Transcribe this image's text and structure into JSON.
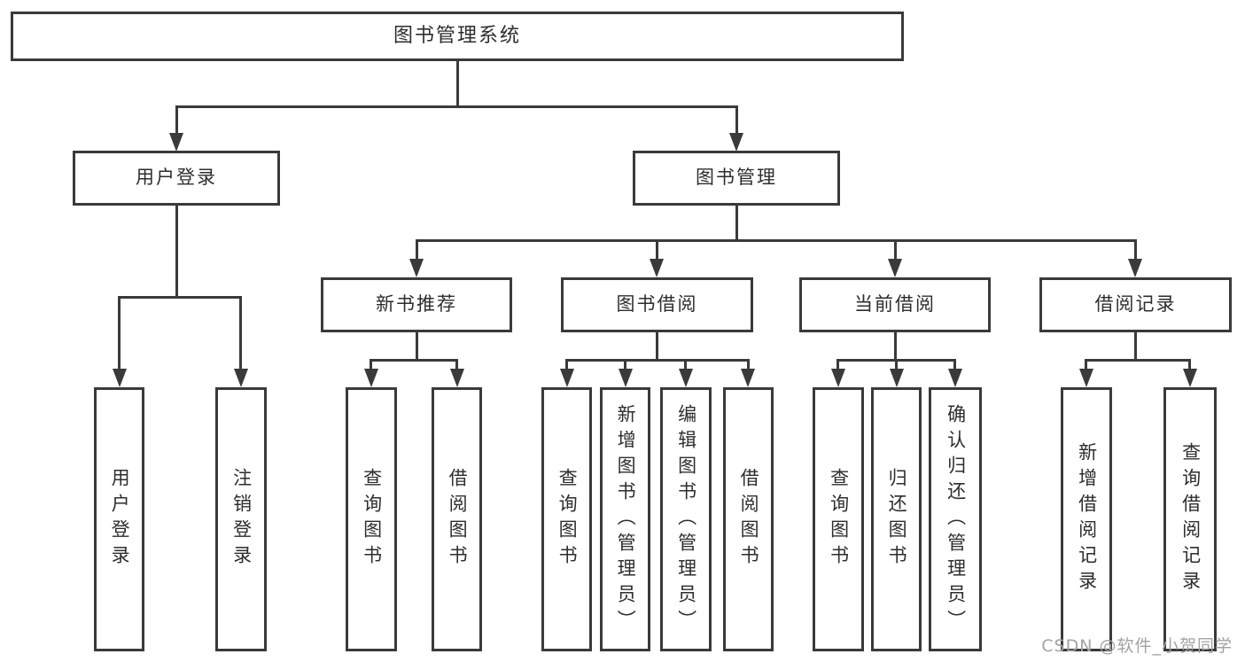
{
  "watermark": "CSDN @软件_小贺同学",
  "tree": {
    "root": {
      "label": "图书管理系统",
      "children": [
        {
          "label": "用户登录",
          "children": [
            {
              "label": "用户登录"
            },
            {
              "label": "注销登录"
            }
          ]
        },
        {
          "label": "图书管理",
          "children": [
            {
              "label": "新书推荐",
              "children": [
                {
                  "label": "查询图书"
                },
                {
                  "label": "借阅图书"
                }
              ]
            },
            {
              "label": "图书借阅",
              "children": [
                {
                  "label": "查询图书"
                },
                {
                  "label": "新增图书（管理员）"
                },
                {
                  "label": "编辑图书（管理员）"
                },
                {
                  "label": "借阅图书"
                }
              ]
            },
            {
              "label": "当前借阅",
              "children": [
                {
                  "label": "查询图书"
                },
                {
                  "label": "归还图书"
                },
                {
                  "label": "确认归还（管理员）"
                }
              ]
            },
            {
              "label": "借阅记录",
              "children": [
                {
                  "label": "新增借阅记录"
                },
                {
                  "label": "查询借阅记录"
                }
              ]
            }
          ]
        }
      ]
    }
  },
  "colors": {
    "line": "#3a3a3a",
    "text": "#2d2d2d",
    "watermark": "#a3a3a3",
    "background": "#ffffff"
  }
}
